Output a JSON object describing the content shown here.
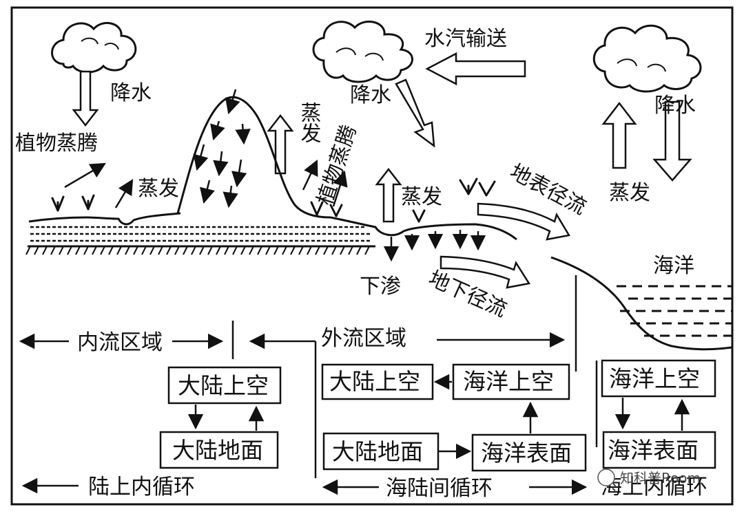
{
  "labels": {
    "precipitation_left": "降水",
    "plant_transpiration_left": "植物蒸腾",
    "evaporation_left": "蒸发",
    "evaporation_mountain": "蒸发",
    "precipitation_center": "降水",
    "plant_transpiration_center": "植物蒸腾",
    "vapor_transport": "水汽输送",
    "evaporation_center": "蒸发",
    "surface_runoff": "地表径流",
    "precipitation_right": "降水",
    "evaporation_right": "蒸发",
    "ocean": "海洋",
    "infiltration": "下渗",
    "groundwater_runoff": "地下径流"
  },
  "regions": {
    "inland": "内流区域",
    "outflow": "外流区域"
  },
  "boxes": {
    "inland_sky": "大陆上空",
    "inland_ground": "大陆地面",
    "outflow_land_sky": "大陆上空",
    "outflow_ocean_sky": "海洋上空",
    "outflow_land_ground": "大陆地面",
    "outflow_ocean_surface": "海洋表面",
    "sea_sky": "海洋上空",
    "sea_surface": "海洋表面"
  },
  "cycles": {
    "land": "陆上内循环",
    "sea_land": "海陆间循环",
    "sea": "海上内循环"
  },
  "watermark": "知科普Room"
}
